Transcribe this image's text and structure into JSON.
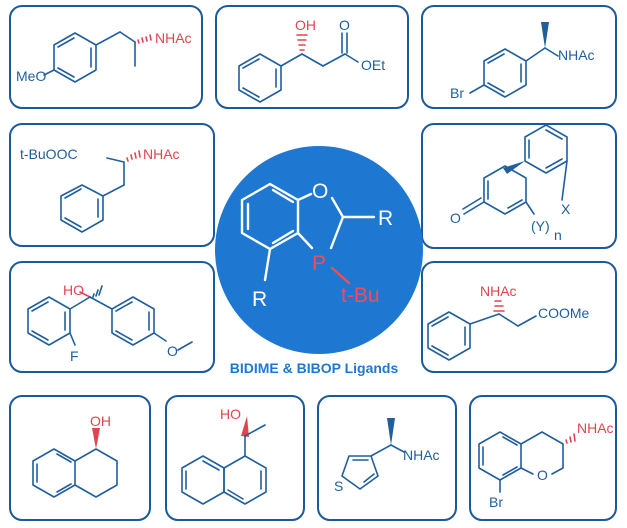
{
  "core": {
    "atoms": {
      "oxygen": "O",
      "phosphorus": "P",
      "r_top": "R",
      "r_bottom": "R",
      "tbu": "t-Bu"
    },
    "caption": "BIDIME & BIBOP Ligands"
  },
  "products": {
    "p1": {
      "nhac": "NHAc",
      "meo": "MeO"
    },
    "p2": {
      "oh": "OH",
      "o": "O",
      "oet": "OEt"
    },
    "p3": {
      "nhac": "NHAc",
      "br": "Br"
    },
    "p4": {
      "ester": "t-BuOOC",
      "nhac": "NHAc"
    },
    "p5": {
      "o": "O",
      "y": "(Y)",
      "n": "n",
      "x": "X"
    },
    "p6": {
      "ho": "HO",
      "f": "F",
      "o": "O"
    },
    "p7": {
      "nhac": "NHAc",
      "coome": "COOMe"
    },
    "p8": {
      "oh": "OH"
    },
    "p9": {
      "ho": "HO"
    },
    "p10": {
      "nhac": "NHAc",
      "s": "S"
    },
    "p11": {
      "nhac": "NHAc",
      "o": "O",
      "br": "Br"
    }
  },
  "colors": {
    "box_border": "#1a5a9a",
    "core_fill": "#1e78d2",
    "highlight": "#e0454f",
    "structure": "#1f5f9d"
  }
}
